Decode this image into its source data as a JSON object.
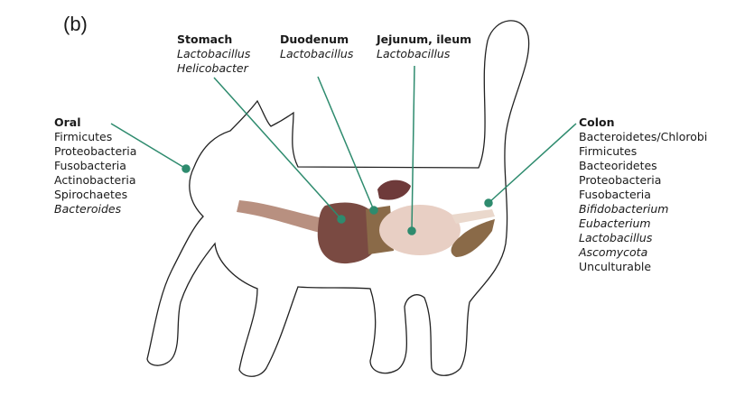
{
  "panel_label": "(b)",
  "accent_color": "#2e8b6e",
  "regions": {
    "oral": {
      "title": "Oral",
      "items": [
        {
          "text": "Firmicutes",
          "italic": false
        },
        {
          "text": "Proteobacteria",
          "italic": false
        },
        {
          "text": "Fusobacteria",
          "italic": false
        },
        {
          "text": "Actinobacteria",
          "italic": false
        },
        {
          "text": "Spirochaetes",
          "italic": false
        },
        {
          "text": "Bacteroides",
          "italic": true
        }
      ]
    },
    "stomach": {
      "title": "Stomach",
      "items": [
        {
          "text": "Lactobacillus",
          "italic": true
        },
        {
          "text": "Helicobacter",
          "italic": true
        }
      ]
    },
    "duodenum": {
      "title": "Duodenum",
      "items": [
        {
          "text": "Lactobacillus",
          "italic": true
        }
      ]
    },
    "jejunum": {
      "title": "Jejunum, ileum",
      "items": [
        {
          "text": "Lactobacillus",
          "italic": true
        }
      ]
    },
    "colon": {
      "title": "Colon",
      "items": [
        {
          "text": "Bacteroidetes/Chlorobi",
          "italic": false
        },
        {
          "text": "Firmicutes",
          "italic": false
        },
        {
          "text": "Bacteoridetes",
          "italic": false
        },
        {
          "text": "Proteobacteria",
          "italic": false
        },
        {
          "text": "Fusobacteria",
          "italic": false
        },
        {
          "text": "Bifidobacterium",
          "italic": true
        },
        {
          "text": "Eubacterium",
          "italic": true
        },
        {
          "text": "Lactobacillus",
          "italic": true
        },
        {
          "text": "Ascomycota",
          "italic": true
        },
        {
          "text": "Unculturable",
          "italic": false
        }
      ]
    }
  }
}
